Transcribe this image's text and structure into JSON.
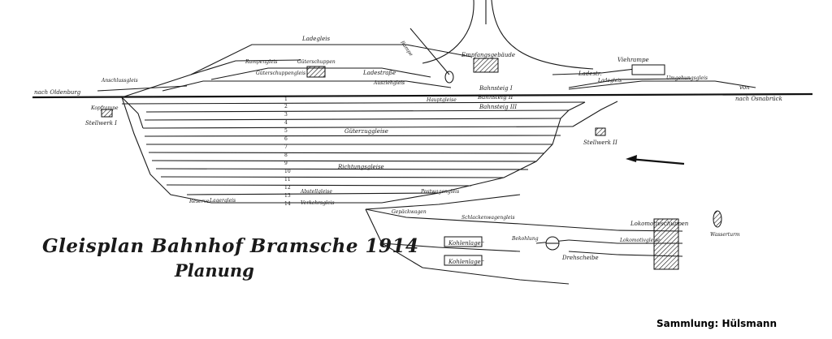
{
  "title": {
    "line1": "Gleisplan Bahnhof Bramsche 1914",
    "line2": "Planung"
  },
  "credit": "Sammlung: Hülsmann",
  "labels": {
    "nach_oldenburg": "nach Oldenburg",
    "von_nach_osnabrueck_top": "von",
    "von_nach_osnabrueck_bottom": "nach Osnabrück",
    "ladegleis": "Ladegleis",
    "rampe": "Rampe",
    "rampengleis": "Rampengleis",
    "gueterschuppen": "Güterschuppen",
    "gueterschuppengleis": "Güterschuppengleis",
    "ladestrasse_left": "Ladestraße",
    "ladestrasse_right": "Ladestr.",
    "empfangsgebaeude": "Empfangsgebäude",
    "viehrampe": "Viehrampe",
    "ausziehgleis": "Ausziehgleis",
    "umgehungsgleis": "Umgehungsgleis",
    "ladegleis_right": "Ladegleis",
    "bahnsteig_1": "Bahnsteig I",
    "bahnsteig_2": "Bahnsteig II",
    "bahnsteig_3": "Bahnsteig III",
    "hauptgleise": "Hauptgleise",
    "gueterzuggleise": "Güterzuggleise",
    "richtungsgleise": "Richtungsgleise",
    "abstellgleise": "Abstellgleise",
    "verkehrsgleis": "Verkehrsgleis",
    "anschlussgleis": "Anschlussgleis",
    "stellwerk_1": "Stellwerk I",
    "stellwerk_2": "Stellwerk II",
    "kopframpe": "Kopframpe",
    "postwagengleis": "Postwagengleis",
    "gepaeckwagen": "Gepäckwagen",
    "lagergleis": "Lagergleis",
    "schlackengleis": "Schlackenwagengleis",
    "kohlenlager_1": "Kohlenlager",
    "kohlenlager_2": "Kohlenlager",
    "lokomotivschuppen": "Lokomotivschuppen",
    "lokomotivgleise": "Lokomotivgleise",
    "drehscheibe": "Drehscheibe",
    "wasserturm": "Wasserturm",
    "bekohlung": "Bekohlung",
    "reserve": "Reserve"
  },
  "track_numbers": [
    "1",
    "2",
    "3",
    "4",
    "5",
    "6",
    "7",
    "8",
    "9",
    "10",
    "11",
    "12",
    "13",
    "14"
  ],
  "colors": {
    "ink": "#1a1a1a",
    "paper": "#ffffff"
  }
}
